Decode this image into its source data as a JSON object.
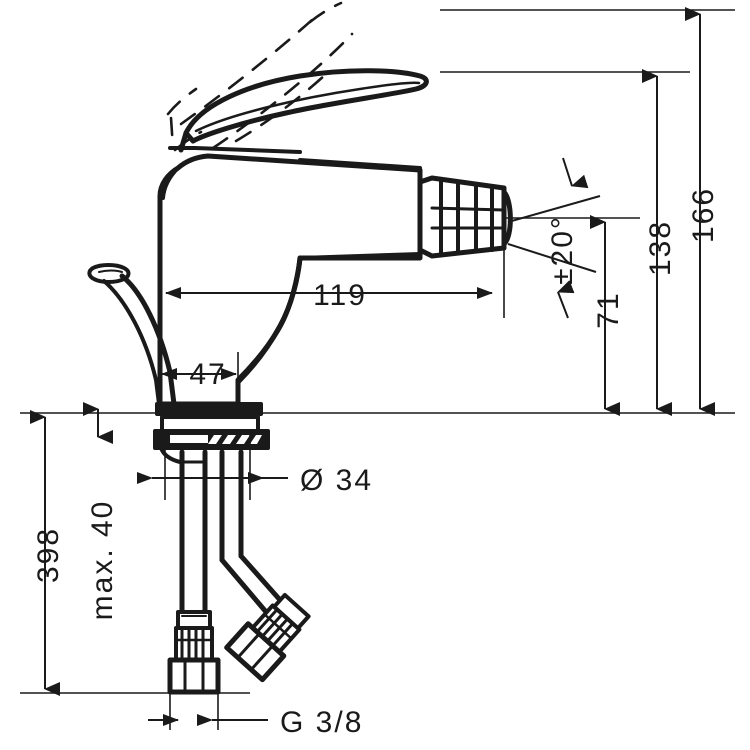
{
  "drawing": {
    "type": "technical-dimension-drawing",
    "subject": "single-lever bidet mixer faucet",
    "units": "mm",
    "line_color": "#1a1a1a",
    "background_color": "#ffffff"
  },
  "dimensions": {
    "total_height": "166",
    "spout_height": "138",
    "aerator_height": "71",
    "spout_reach": "119",
    "body_width": "47",
    "overall_length": "398",
    "max_deck_thickness": "max. 40",
    "shank_diameter": "Ø 34",
    "swivel_angle": "±20°",
    "thread_size": "G 3/8"
  },
  "labels": [
    {
      "id": "dim-166",
      "text": "166",
      "orientation": "vertical"
    },
    {
      "id": "dim-138",
      "text": "138",
      "orientation": "vertical"
    },
    {
      "id": "dim-71",
      "text": "71",
      "orientation": "vertical"
    },
    {
      "id": "dim-119",
      "text": "119",
      "orientation": "horizontal"
    },
    {
      "id": "dim-47",
      "text": "47",
      "orientation": "horizontal"
    },
    {
      "id": "dim-398",
      "text": "398",
      "orientation": "vertical"
    },
    {
      "id": "dim-max40",
      "text": "max. 40",
      "orientation": "vertical"
    },
    {
      "id": "dim-d34",
      "text": "Ø 34",
      "orientation": "horizontal"
    },
    {
      "id": "dim-angle",
      "text": "±20°",
      "orientation": "vertical"
    },
    {
      "id": "dim-thread",
      "text": "G 3/8",
      "orientation": "horizontal"
    }
  ]
}
